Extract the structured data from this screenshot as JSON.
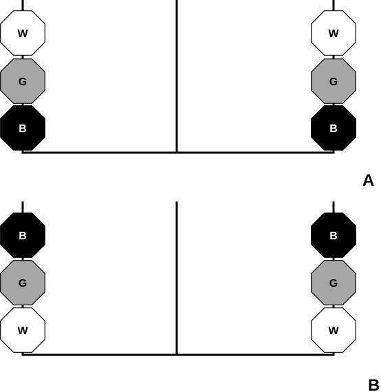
{
  "colors": {
    "white": "#ffffff",
    "gray": "#a6a6a6",
    "black": "#000000",
    "stroke": "#000000"
  },
  "panels": [
    {
      "label": "A",
      "left_stack": [
        "W",
        "G",
        "B"
      ],
      "right_stack": [
        "W",
        "G",
        "B"
      ]
    },
    {
      "label": "B",
      "left_stack": [
        "B",
        "G",
        "W"
      ],
      "right_stack": [
        "B",
        "G",
        "W"
      ]
    }
  ]
}
